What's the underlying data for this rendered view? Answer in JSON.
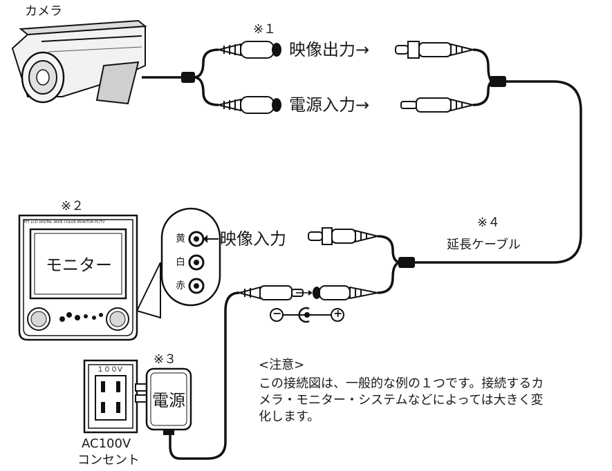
{
  "labels": {
    "camera": "カメラ",
    "note1": "※１",
    "video_out": "映像出力→",
    "power_in": "電源入力→",
    "note2": "※２",
    "monitor": "モニター",
    "monitor_brand": "TFT LCD DIGITAL WIDE COLOR MONITOR PC/TV",
    "yellow": "黄",
    "white": "白",
    "red": "赤",
    "video_in": "映像入力",
    "note4": "※４",
    "extension": "延長ケーブル",
    "note3": "※３",
    "outlet_voltage": "１００V",
    "adapter": "電源",
    "ac_line1": "AC100V",
    "ac_line2": "コンセント",
    "notice_title": "<注意>",
    "notice_body": "この接続図は、一般的な例の１つです。接続するカ\nメラ・モニター・システムなどによっては大きく変\n化します。"
  },
  "polarity": {
    "minus": "−",
    "plus": "+"
  },
  "colors": {
    "yellow": "#e8c400",
    "white": "#ffffff",
    "red": "#cc2222",
    "ink": "#111111"
  }
}
